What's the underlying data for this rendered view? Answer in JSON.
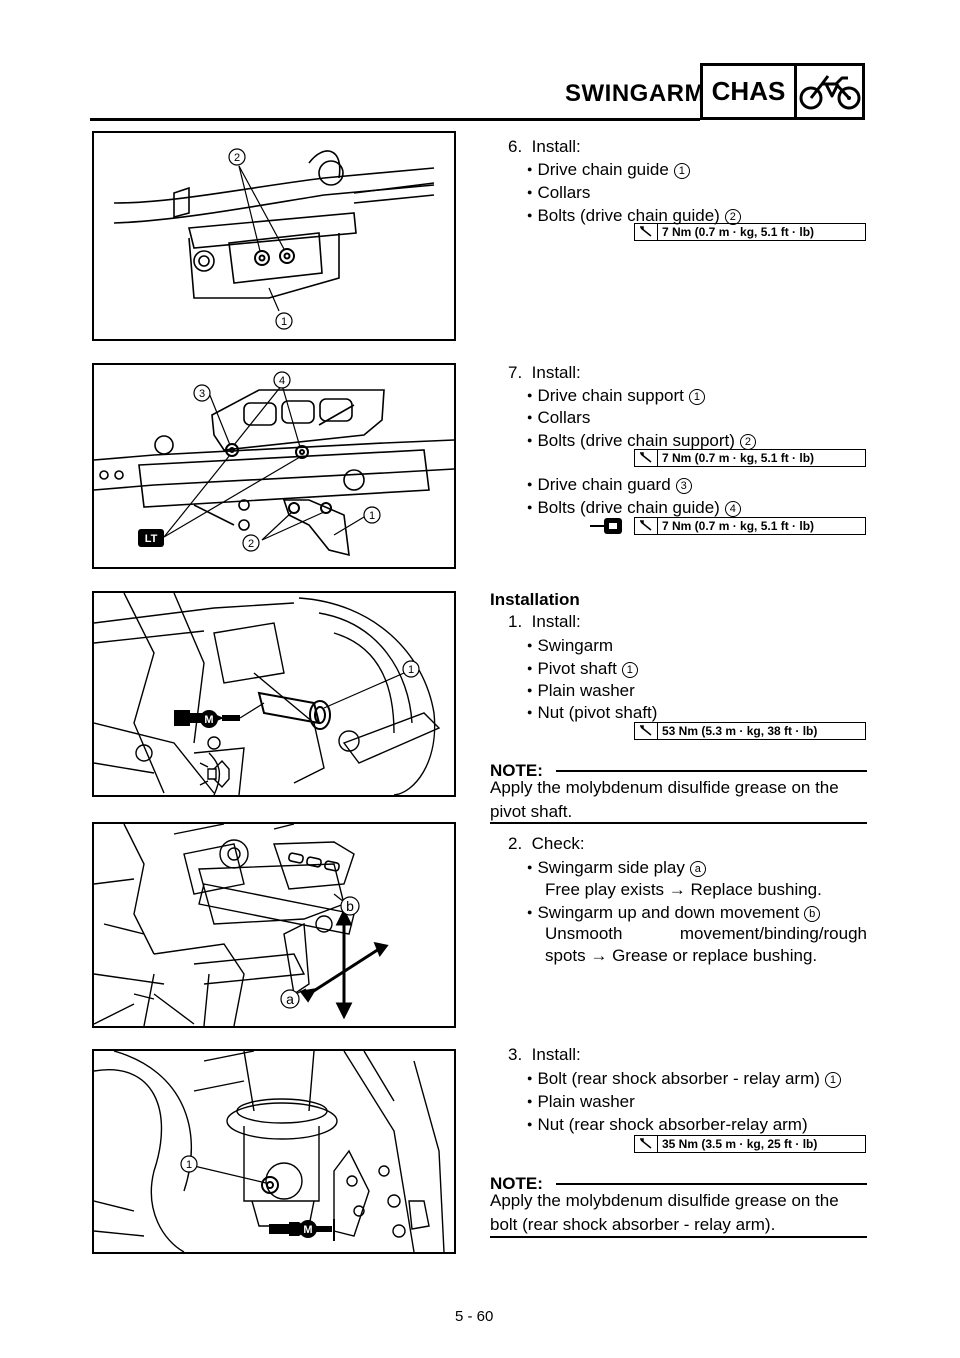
{
  "header": {
    "section_title": "SWINGARM",
    "chapter_label": "CHAS",
    "chapter_icon": "motorcycle-icon"
  },
  "step6": {
    "number": "6.",
    "heading": "Install:",
    "items": [
      {
        "text": "Drive chain guide",
        "ref": "1"
      },
      {
        "text": "Collars",
        "ref": ""
      },
      {
        "text": "Bolts (drive chain guide)",
        "ref": "2"
      }
    ],
    "torque": "7 Nm (0.7 m · kg, 5.1 ft · lb)",
    "figure_callouts": [
      "2",
      "1"
    ]
  },
  "step7": {
    "number": "7.",
    "heading": "Install:",
    "items_a": [
      {
        "text": "Drive chain support",
        "ref": "1"
      },
      {
        "text": "Collars",
        "ref": ""
      },
      {
        "text": "Bolts (drive chain support)",
        "ref": "2"
      }
    ],
    "torque_a": "7 Nm (0.7 m · kg, 5.1 ft · lb)",
    "items_b": [
      {
        "text": "Drive chain guard",
        "ref": "3"
      },
      {
        "text": "Bolts (drive chain guide)",
        "ref": "4"
      }
    ],
    "torque_b": "7 Nm (0.7 m · kg, 5.1 ft · lb)",
    "locktite_label": "LT",
    "figure_callouts": [
      "3",
      "4",
      "2",
      "1"
    ]
  },
  "installation": {
    "heading": "Installation",
    "step1": {
      "number": "1.",
      "heading": "Install:",
      "items": [
        {
          "text": "Swingarm",
          "ref": ""
        },
        {
          "text": "Pivot shaft",
          "ref": "1"
        },
        {
          "text": "Plain washer",
          "ref": ""
        },
        {
          "text": "Nut (pivot shaft)",
          "ref": ""
        }
      ],
      "torque": "53 Nm (5.3 m · kg, 38 ft · lb)",
      "note_title": "NOTE:",
      "note_text": "Apply the molybdenum disulfide grease on the pivot shaft.",
      "grease_label": "M",
      "figure_callouts": [
        "1"
      ]
    },
    "step2": {
      "number": "2.",
      "heading": "Check:",
      "line1": "Swingarm side play",
      "ref1": "a",
      "line2": "Free play exists → Replace bushing.",
      "line3": "Swingarm up and down movement",
      "ref3": "b",
      "line4": "Unsmooth movement/binding/rough",
      "line5": "spots → Grease or replace bushing.",
      "figure_callouts": [
        "b",
        "a"
      ]
    },
    "step3": {
      "number": "3.",
      "heading": "Install:",
      "items": [
        {
          "text": "Bolt (rear shock absorber - relay arm)",
          "ref": "1"
        },
        {
          "text": "Plain washer",
          "ref": ""
        },
        {
          "text": "Nut (rear shock absorber-relay arm)",
          "ref": ""
        }
      ],
      "torque": "35 Nm (3.5 m · kg, 25 ft · lb)",
      "note_title": "NOTE:",
      "note_text": "Apply the molybdenum disulfide grease on the bolt (rear shock absorber - relay arm).",
      "grease_label": "M",
      "figure_callouts": [
        "1"
      ]
    }
  },
  "footer": {
    "page_number": "5 - 60"
  }
}
